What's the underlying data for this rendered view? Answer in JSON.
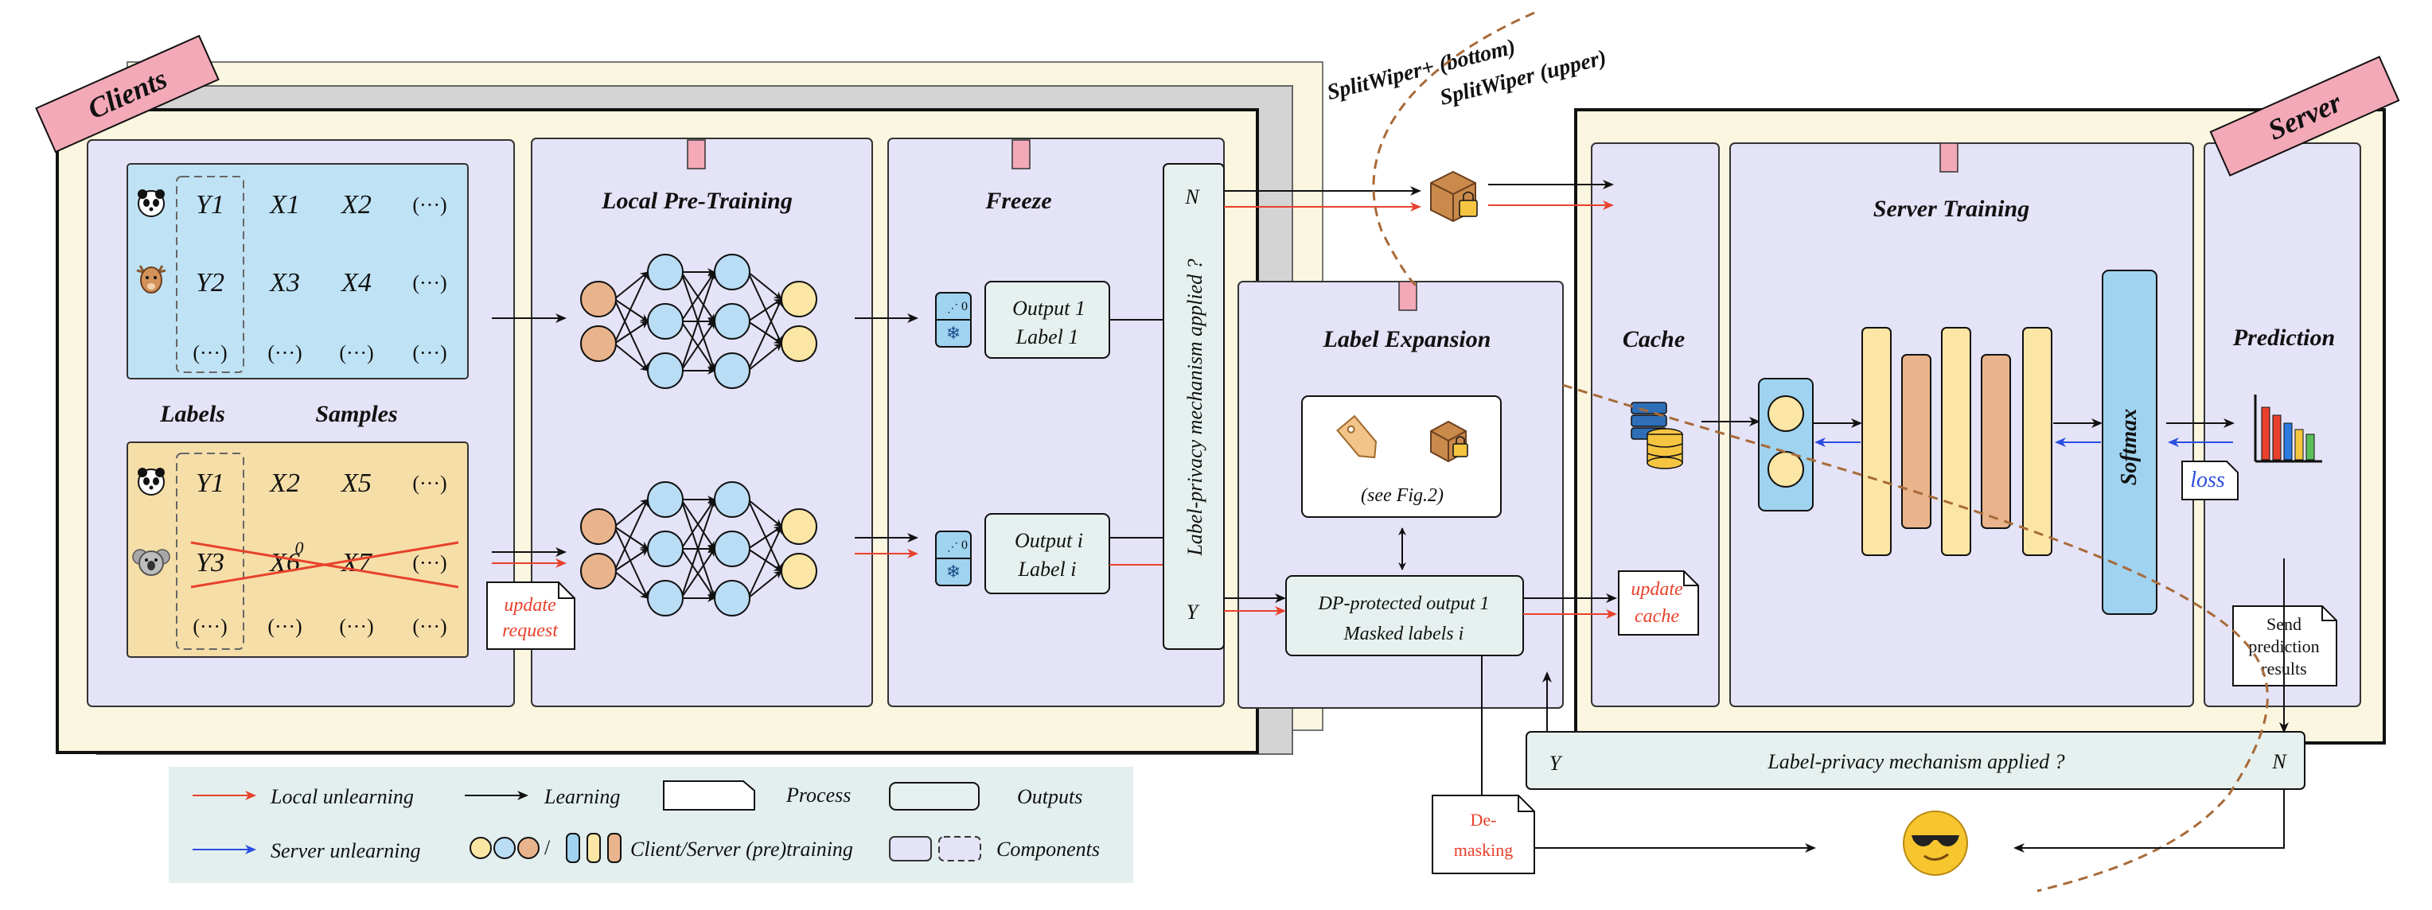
{
  "clients": {
    "tag": "Clients",
    "table1": {
      "rows": [
        [
          "Y1",
          "X1",
          "X2",
          "(···)"
        ],
        [
          "Y2",
          "X3",
          "X4",
          "(···)"
        ],
        [
          "(···)",
          "(···)",
          "(···)",
          "(···)"
        ]
      ]
    },
    "labels_heading": "Labels",
    "samples_heading": "Samples",
    "table2": {
      "rows": [
        [
          "Y1",
          "X2",
          "X5",
          "(···)"
        ],
        [
          "Y3",
          "X6",
          "X7",
          "(···)"
        ],
        [
          "(···)",
          "(···)",
          "(···)",
          "(···)"
        ]
      ],
      "superscript": "0"
    },
    "update_request": [
      "update",
      "request"
    ],
    "local_pretraining_title": "Local Pre-Training",
    "freeze_title": "Freeze",
    "output1": [
      "Output 1",
      "Label 1"
    ],
    "outputi": [
      "Output i",
      "Label i"
    ],
    "privacy_vertical": "Label-privacy mechanism applied ?",
    "N": "N",
    "Y": "Y"
  },
  "splitwiper": {
    "bottom": "SplitWiper+ (bottom)",
    "upper": "SplitWiper (upper)"
  },
  "label_expansion": {
    "title": "Label Expansion",
    "see_fig": "(see Fig.2)",
    "dp_output": "DP-protected output 1",
    "masked_labels": "Masked labels i"
  },
  "server": {
    "tag": "Server",
    "cache_title": "Cache",
    "training_title": "Server Training",
    "softmax": "Softmax",
    "prediction_title": "Prediction",
    "loss": "loss",
    "update_cache": [
      "update",
      "cache"
    ],
    "send_results": [
      "Send",
      "prediction",
      "results"
    ],
    "privacy_bar": "Label-privacy mechanism applied ?",
    "Y": "Y",
    "N": "N"
  },
  "demasking": [
    "De-",
    "masking"
  ],
  "legend": {
    "local_unlearning": "Local unlearning",
    "server_unlearning": "Server unlearning",
    "learning": "Learning",
    "process": "Process",
    "outputs": "Outputs",
    "pretraining": "Client/Server (pre)training",
    "components": "Components"
  },
  "colors": {
    "local_unlearning": "#e8412c",
    "server_unlearning": "#2b4de0",
    "learning": "#111111",
    "panel": "#e4e3f7",
    "client_bg": "#fbf6df",
    "table1": "#bfe3f5",
    "table2": "#f6dea8",
    "tag": "#f3a9b8",
    "node_orange": "#e9b48c",
    "node_blue": "#b9ddf5",
    "node_yellow": "#fbe6a5",
    "output_box": "#e6f0ef",
    "legend_bg": "#e3efee"
  }
}
